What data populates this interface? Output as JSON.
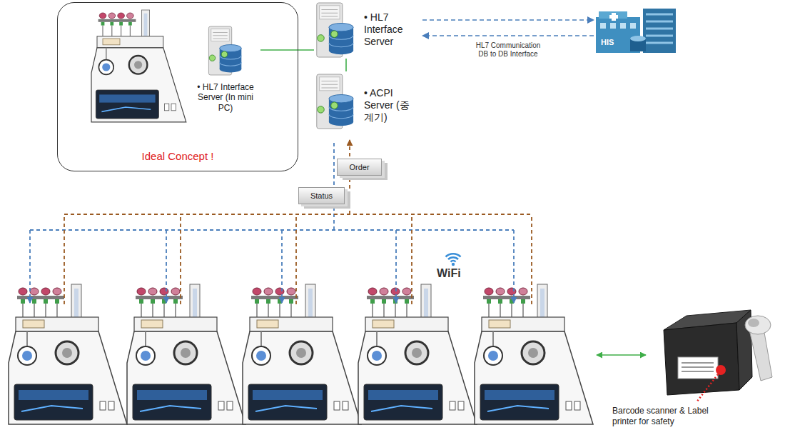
{
  "diagram": {
    "nodes": [
      {
        "text": [
          "Ideal Concept !"
        ]
      },
      {
        "text": [
          "• HL7 Interface Server (In mini PC)"
        ],
        "in": 0
      },
      {
        "text": [
          "• HL7 Interface Server"
        ]
      },
      {
        "text": [
          "• ACPI Server (중계기)"
        ]
      },
      {
        "text": [
          "HIS"
        ]
      },
      {
        "text": [
          "Order"
        ]
      },
      {
        "text": [
          "Status"
        ]
      }
    ],
    "edges": [
      {
        "from": 1,
        "to": 2,
        "arrow": "none"
      },
      {
        "from": 2,
        "to": 3,
        "arrow": "none"
      },
      {
        "from": 2,
        "to": 4,
        "arrow": "to"
      },
      {
        "from": 4,
        "to": 2,
        "arrow": "to",
        "label": "HL7 Communication DB to DB Interface"
      }
    ],
    "labels": [
      "WiFi",
      "Barcode scanner & Label printer for safety"
    ]
  }
}
